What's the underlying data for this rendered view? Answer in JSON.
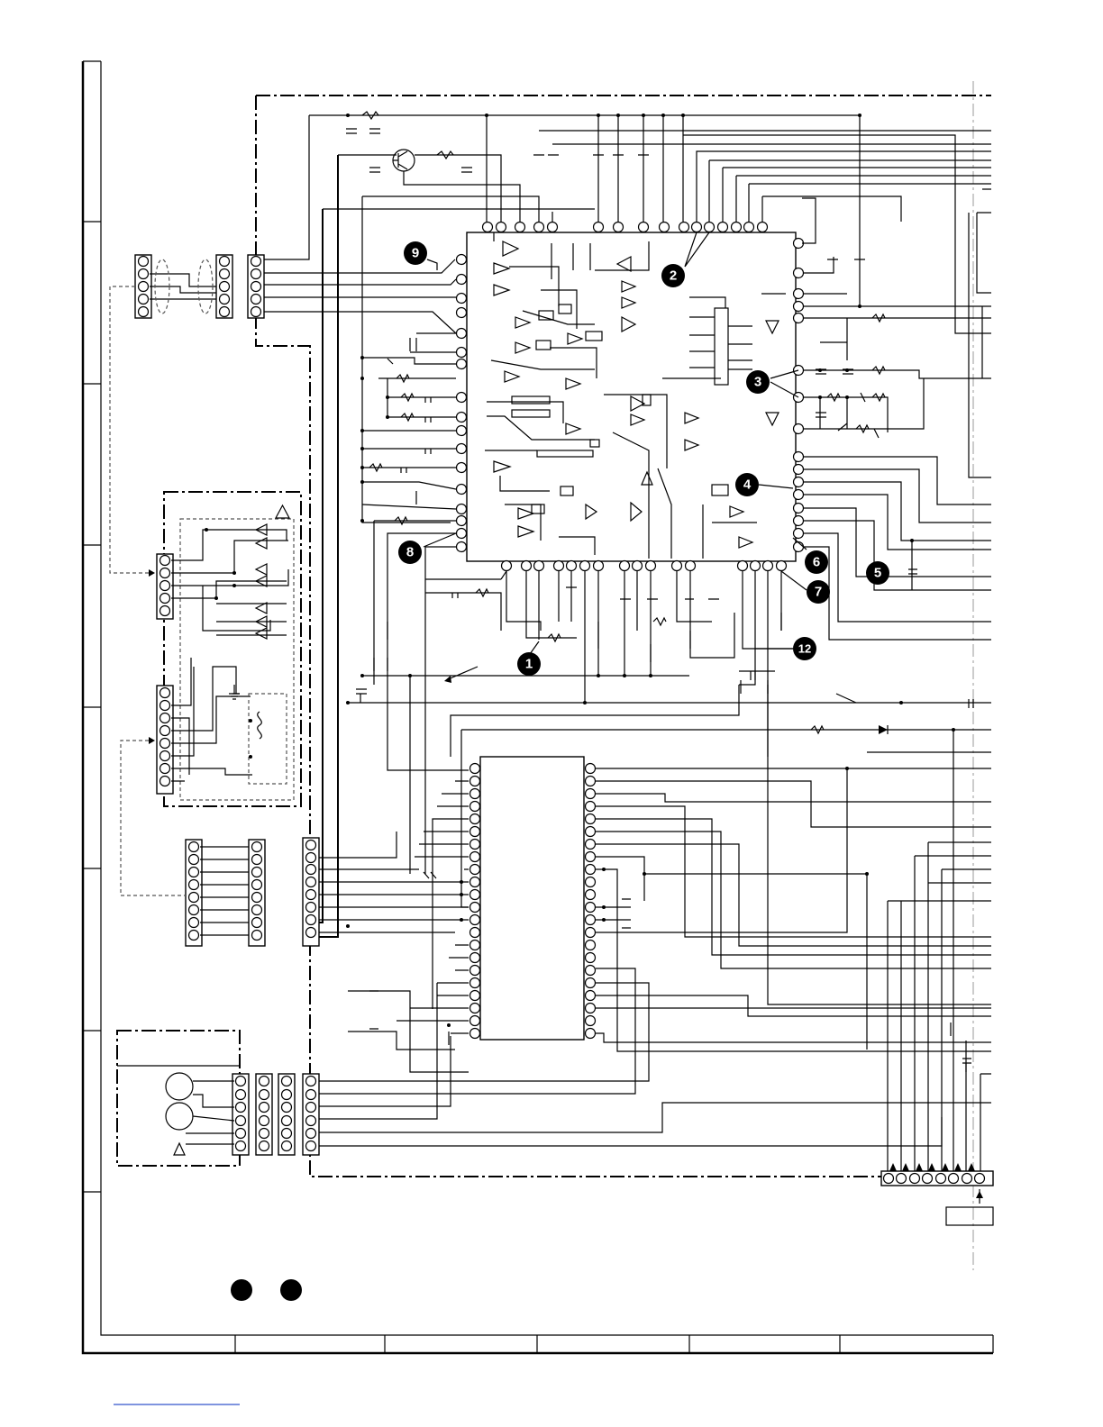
{
  "callouts": [
    {
      "label": "1"
    },
    {
      "label": "2"
    },
    {
      "label": "3"
    },
    {
      "label": "4"
    },
    {
      "label": "5"
    },
    {
      "label": "6"
    },
    {
      "label": "7"
    },
    {
      "label": "8"
    },
    {
      "label": "9"
    },
    {
      "label": "12"
    }
  ],
  "colors": {
    "ink": "#000000",
    "page": "#ffffff",
    "divider": "#bbbbbb",
    "link_underline": "#3355cc"
  },
  "icons": [
    "warning-triangle-icon",
    "transistor-icon",
    "filled-dot-icon"
  ]
}
